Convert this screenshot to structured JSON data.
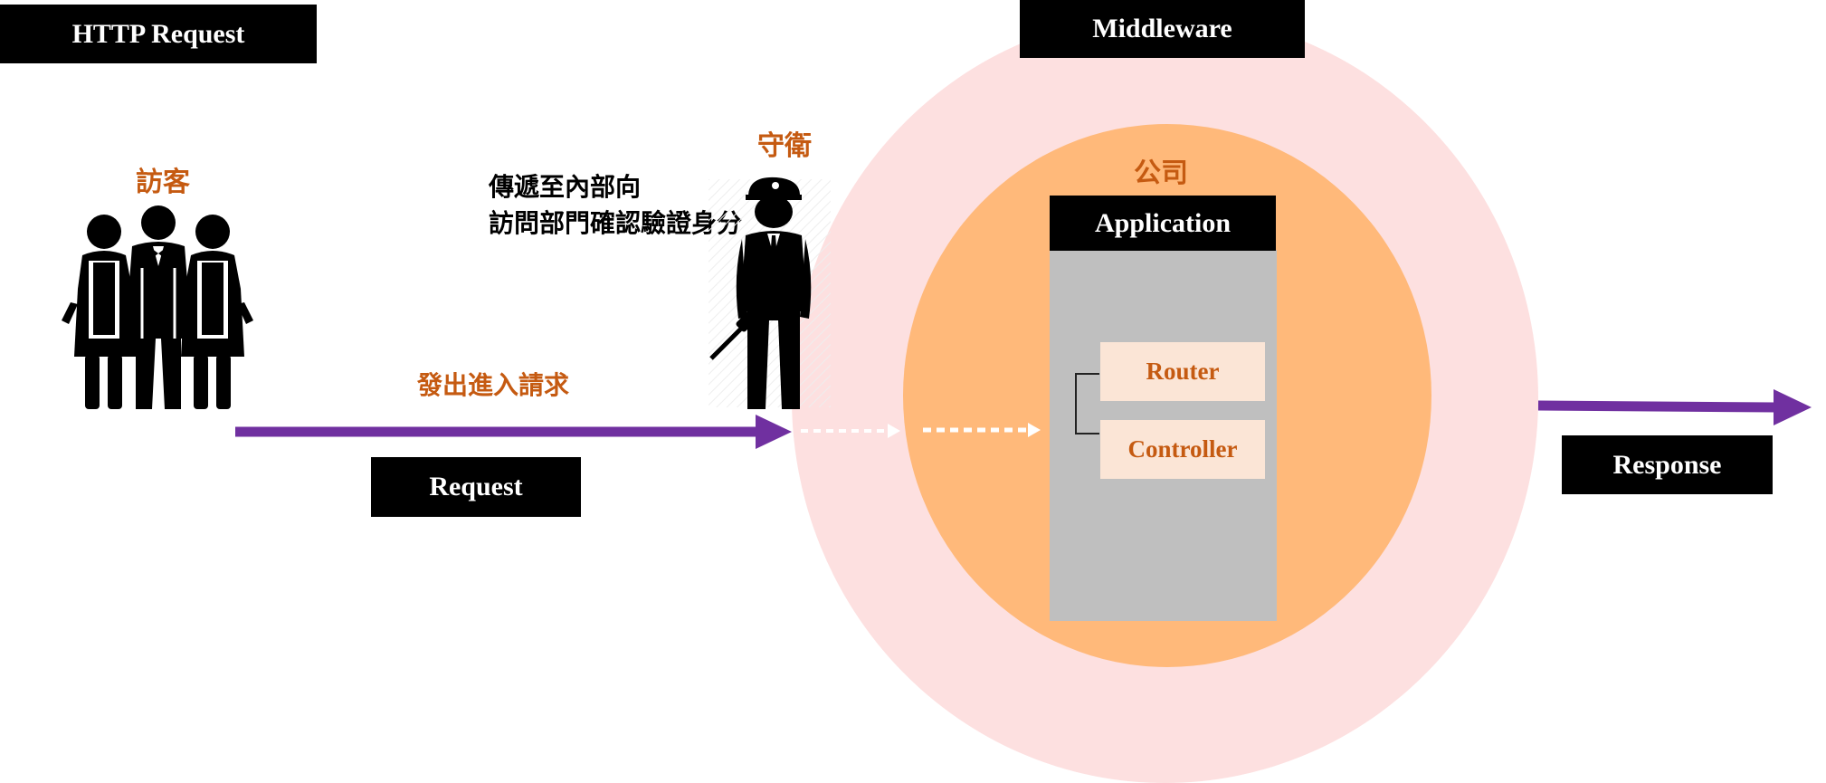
{
  "labels": {
    "http_request": "HTTP Request",
    "middleware": "Middleware",
    "application": "Application",
    "request": "Request",
    "response": "Response",
    "router": "Router",
    "controller": "Controller"
  },
  "annotations": {
    "visitor": "訪客",
    "guard": "守衛",
    "company": "公司",
    "send_request": "發出進入請求",
    "guard_note_line1": "傳遞至內部向",
    "guard_note_line2": "訪問部門確認驗證身分"
  },
  "icons": {
    "visitors": "visitor-group-icon",
    "guard": "security-guard-icon"
  },
  "colors": {
    "middleware_circle": "#fde0e0",
    "company_circle": "#ffb97a",
    "application_column": "#bfbfbf",
    "sub_box": "#fbe5d6",
    "accent_text": "#c55a11",
    "arrow": "#7030a0",
    "label_bg": "#000000"
  }
}
